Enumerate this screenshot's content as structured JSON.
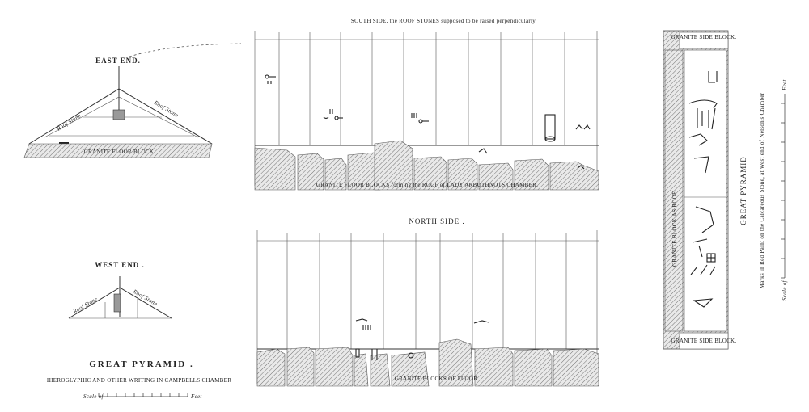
{
  "south_side": {
    "title": "SOUTH SIDE, the ROOF STONES supposed to be raised perpendicularly",
    "floor_label": "GRANITE FLOOR BLOCKS forming the ROOF of LADY ARBUTHNOTS CHAMBER."
  },
  "north_side": {
    "title": "NORTH SIDE .",
    "floor_label": "GRANITE BLOCKS OF FLOOR."
  },
  "east_end": {
    "title": "EAST END.",
    "roof_left": "Roof Stone",
    "roof_right": "Roof Stone",
    "floor_label": "GRANITE FLOOR BLOCK."
  },
  "west_end": {
    "title": "WEST END .",
    "roof_left": "Roof Stone",
    "roof_right": "Roof Stone"
  },
  "plate": {
    "title": "GREAT PYRAMID .",
    "subtitle": "HIEROGLYPHIC AND OTHER WRITING IN CAMPBELLS CHAMBER",
    "scale_label": "Scale of",
    "scale_unit": "Feet"
  },
  "right_panel": {
    "top_block": "GRANITE SIDE BLOCK.",
    "side_block": "GRANITE BLOCK AS ROOF",
    "bottom_block": "GRANITE SIDE BLOCK.",
    "title": "GREAT PYRAMID",
    "caption": "Marks in Red Paint on the Calcareous Stone, at West end of Nelson's Chamber",
    "scale_label": "Scale of",
    "scale_unit": "Feet"
  }
}
